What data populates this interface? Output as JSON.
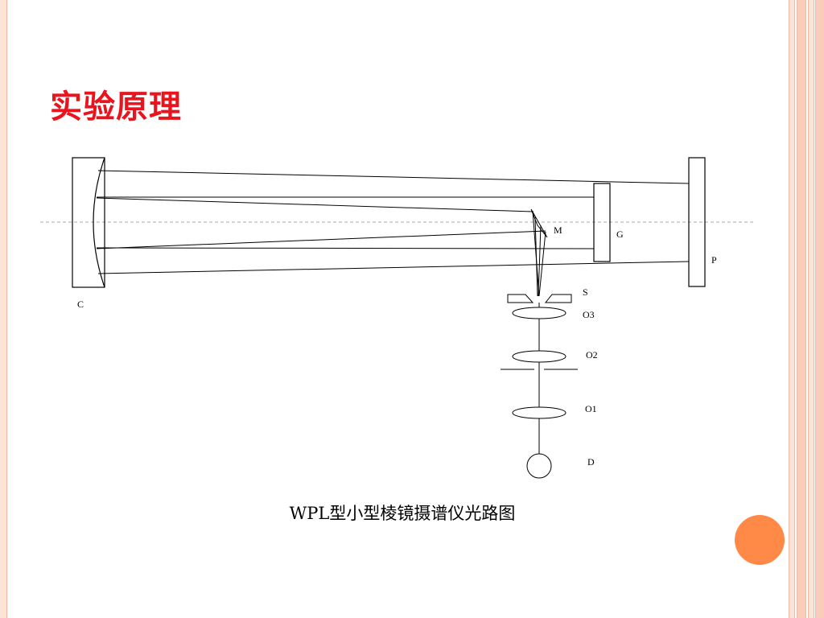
{
  "slide": {
    "title": "实验原理",
    "caption": "WPL型小型棱镜摄谱仪光路图"
  },
  "diagram": {
    "labels": {
      "C": "C",
      "M": "M",
      "G": "G",
      "P": "P",
      "S": "S",
      "O3": "O3",
      "O2": "O2",
      "O1": "O1",
      "D": "D"
    }
  },
  "colors": {
    "title": "#e8141e",
    "accent_dot": "#ff8a47",
    "border_light": "#fbe3d8",
    "border_dark": "#f2b9a2"
  }
}
